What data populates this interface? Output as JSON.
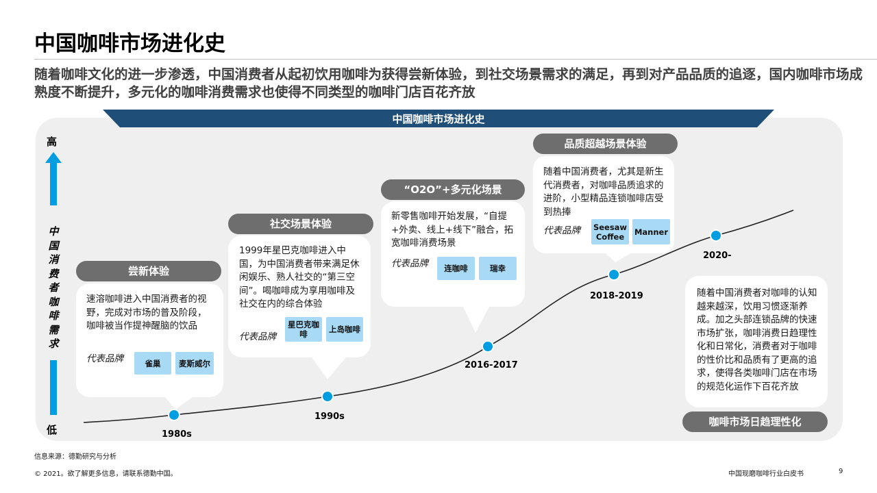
{
  "page": {
    "title": "中国咖啡市场进化史",
    "subtitle": "随着咖啡文化的进一步渗透，中国消费者从起初饮用咖啡为获得尝新体验，到社交场景需求的满足，再到对产品品质的追逐，国内咖啡市场成熟度不断提升，多元化的咖啡消费需求也使得不同类型的咖啡门店百花齐放"
  },
  "diagram": {
    "banner": "中国咖啡市场进化史",
    "axis": {
      "high": "高",
      "low": "低",
      "label": "中国消费者咖啡需求"
    },
    "colors": {
      "accent": "#009ee0",
      "banner": "#1f4e79",
      "pill": "#6e6e6e",
      "brand": "#a8daf5"
    },
    "stages": [
      {
        "pill": "尝新体验",
        "text": "速溶咖啡进入中国消费者的视野，完成对市场的普及阶段，咖啡被当作提神醒脑的饮品",
        "brand_label": "代表品牌",
        "brands": [
          "雀巢",
          "麦斯威尔"
        ],
        "year": "1980s"
      },
      {
        "pill": "社交场景体验",
        "text": "1999年星巴克咖啡进入中国，为中国消费者带来满足休闲娱乐、熟人社交的“第三空间”。喝咖啡成为享用咖啡及社交在内的综合体验",
        "brand_label": "代表品牌",
        "brands": [
          "星巴克咖啡",
          "上岛咖啡"
        ],
        "year": "1990s"
      },
      {
        "pill": "“O2O”+多元化场景",
        "text": "新零售咖啡开始发展，“自提+外卖、线上+线下”融合，拓宽咖啡消费场景",
        "brand_label": "代表品牌",
        "brands": [
          "连咖啡",
          "瑞幸"
        ],
        "year": "2016-2017"
      },
      {
        "pill": "品质超越场景体验",
        "text": "随着中国消费者，尤其是新生代消费者，对咖啡品质追求的进阶，小型精品连锁咖啡店受到热捧",
        "brand_label": "代表品牌",
        "brands": [
          "Seesaw Coffee",
          "Manner"
        ],
        "year": "2018-2019"
      },
      {
        "pill": "咖啡市场日趋理性化",
        "text": "随着中国消费者对咖啡的认知越来越深，饮用习惯逐渐养成。加之头部连锁品牌的快速市场扩张，咖啡消费日趋理性化和日常化，消费者对于咖啡的性价比和品质有了更高的追求，使得各类咖啡门店在市场的规范化运作下百花齐放",
        "year": "2020-"
      }
    ]
  },
  "footer": {
    "source": "信息来源：德勤研究与分析",
    "copyright": "© 2021。欲了解更多信息，请联系德勤中国。",
    "doc_title": "中国现磨咖啡行业白皮书",
    "page_number": "9"
  }
}
